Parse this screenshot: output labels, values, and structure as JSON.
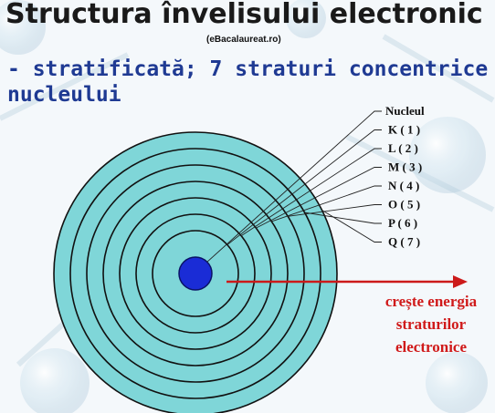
{
  "slide": {
    "title": "Structura învelisului electronic",
    "source": "(eBacalaureat.ro)",
    "subtitle_line1": "- stratificată; 7 straturi concentrice",
    "subtitle_line2": "nucleului"
  },
  "diagram": {
    "nucleus_label": "Nucleul",
    "shells": [
      {
        "label": "K ( 1 )"
      },
      {
        "label": "L ( 2 )"
      },
      {
        "label": "M ( 3 )"
      },
      {
        "label": "N ( 4 )"
      },
      {
        "label": "O ( 5 )"
      },
      {
        "label": "P ( 6 )"
      },
      {
        "label": "Q ( 7 )"
      }
    ],
    "arrow_caption": [
      "crește energia",
      "straturilor",
      "electronice"
    ],
    "colors": {
      "shell_fill": "#7fd6d8",
      "nucleus": "#1a2cd6",
      "arrow": "#cc1a1a",
      "caption": "#d01a1a",
      "subtitle": "#1f3a93"
    }
  }
}
